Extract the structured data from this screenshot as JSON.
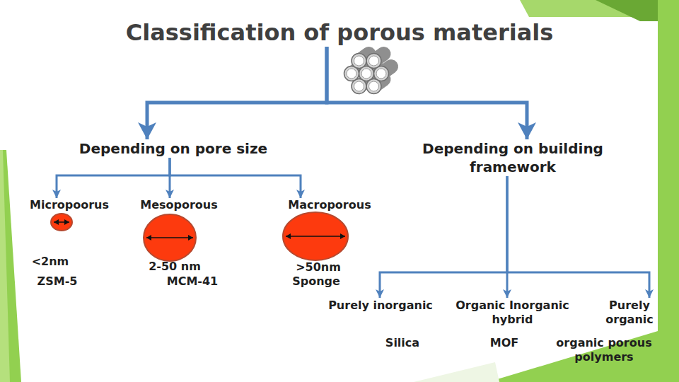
{
  "diagram": {
    "nodes": [
      {
        "text": [
          "Classification of porous materials"
        ]
      },
      {
        "text": [
          "Depending on pore size"
        ]
      },
      {
        "text": [
          "Depending on building framework"
        ]
      },
      {
        "text": [
          "Micropoorus",
          "<2nm",
          "ZSM-5"
        ]
      },
      {
        "text": [
          "Mesoporous",
          "2-50 nm",
          "MCM-41"
        ]
      },
      {
        "text": [
          "Macroporous",
          ">50nm",
          "Sponge"
        ]
      },
      {
        "text": [
          "Purely inorganic",
          "Silica"
        ]
      },
      {
        "text": [
          "Organic Inorganic hybrid",
          "MOF"
        ]
      },
      {
        "text": [
          "Purely organic",
          "organic porous polymers"
        ]
      }
    ],
    "edges": [
      {
        "from": 0,
        "to": 1,
        "arrow": "to"
      },
      {
        "from": 0,
        "to": 2,
        "arrow": "to"
      },
      {
        "from": 1,
        "to": 3,
        "arrow": "to"
      },
      {
        "from": 1,
        "to": 4,
        "arrow": "to"
      },
      {
        "from": 1,
        "to": 5,
        "arrow": "to"
      },
      {
        "from": 2,
        "to": 6,
        "arrow": "to"
      },
      {
        "from": 2,
        "to": 7,
        "arrow": "to"
      },
      {
        "from": 2,
        "to": 8,
        "arrow": "to"
      }
    ]
  }
}
